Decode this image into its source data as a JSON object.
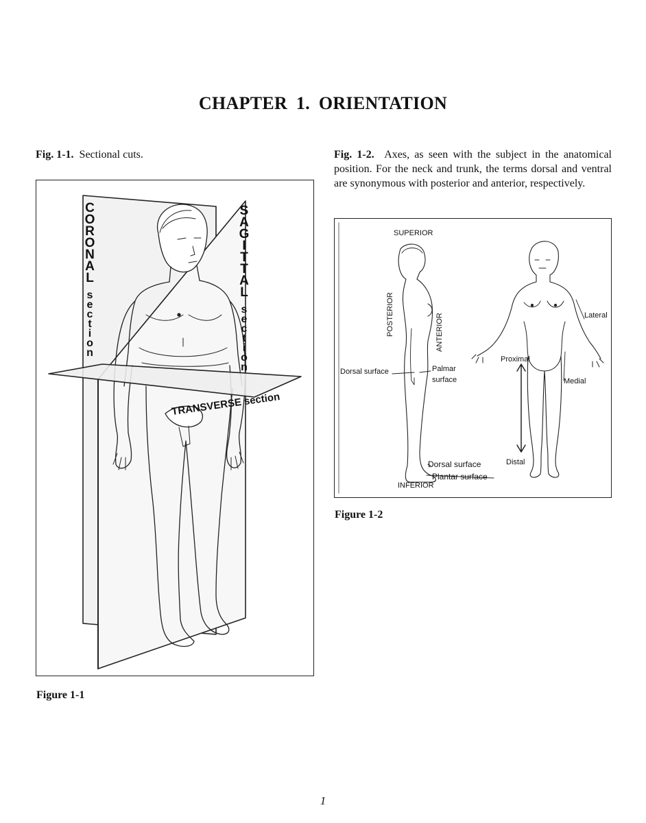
{
  "chapter_title": "CHAPTER 1.   ORIENTATION",
  "fig1": {
    "caption_label": "Fig. 1-1.",
    "caption_text": "Sectional cuts.",
    "coronal_letters": [
      "C",
      "O",
      "R",
      "O",
      "N",
      "A",
      "L",
      "",
      "s",
      "e",
      "c",
      "t",
      "i",
      "o",
      "n"
    ],
    "sagittal_letters": [
      "S",
      "A",
      "G",
      "I",
      "T",
      "T",
      "A",
      "L",
      "",
      "s",
      "e",
      "c",
      "t",
      "i",
      "o",
      "n"
    ],
    "transverse_label": "TRANSVERSE section",
    "figure_label": "Figure 1-1"
  },
  "fig2": {
    "caption_label": "Fig. 1-2.",
    "caption_text": "Axes, as seen with the subject in the anatomical position. For the neck and trunk, the terms dorsal and ventral are synonymous with posterior and anterior, respectively.",
    "labels": {
      "superior": "SUPERIOR",
      "inferior": "INFERIOR",
      "posterior": "POSTERIOR",
      "anterior": "ANTERIOR",
      "dorsal_surface_hand": "Dorsal surface",
      "palmar": "Palmar",
      "palmar_surface": "surface",
      "dorsal_surface_foot": "Dorsal surface",
      "plantar_surface": "Plantar surface",
      "proximal": "Proximal",
      "distal": "Distal",
      "lateral": "Lateral",
      "medial": "Medial"
    },
    "figure_label": "Figure 1-2"
  },
  "page_number": "1"
}
